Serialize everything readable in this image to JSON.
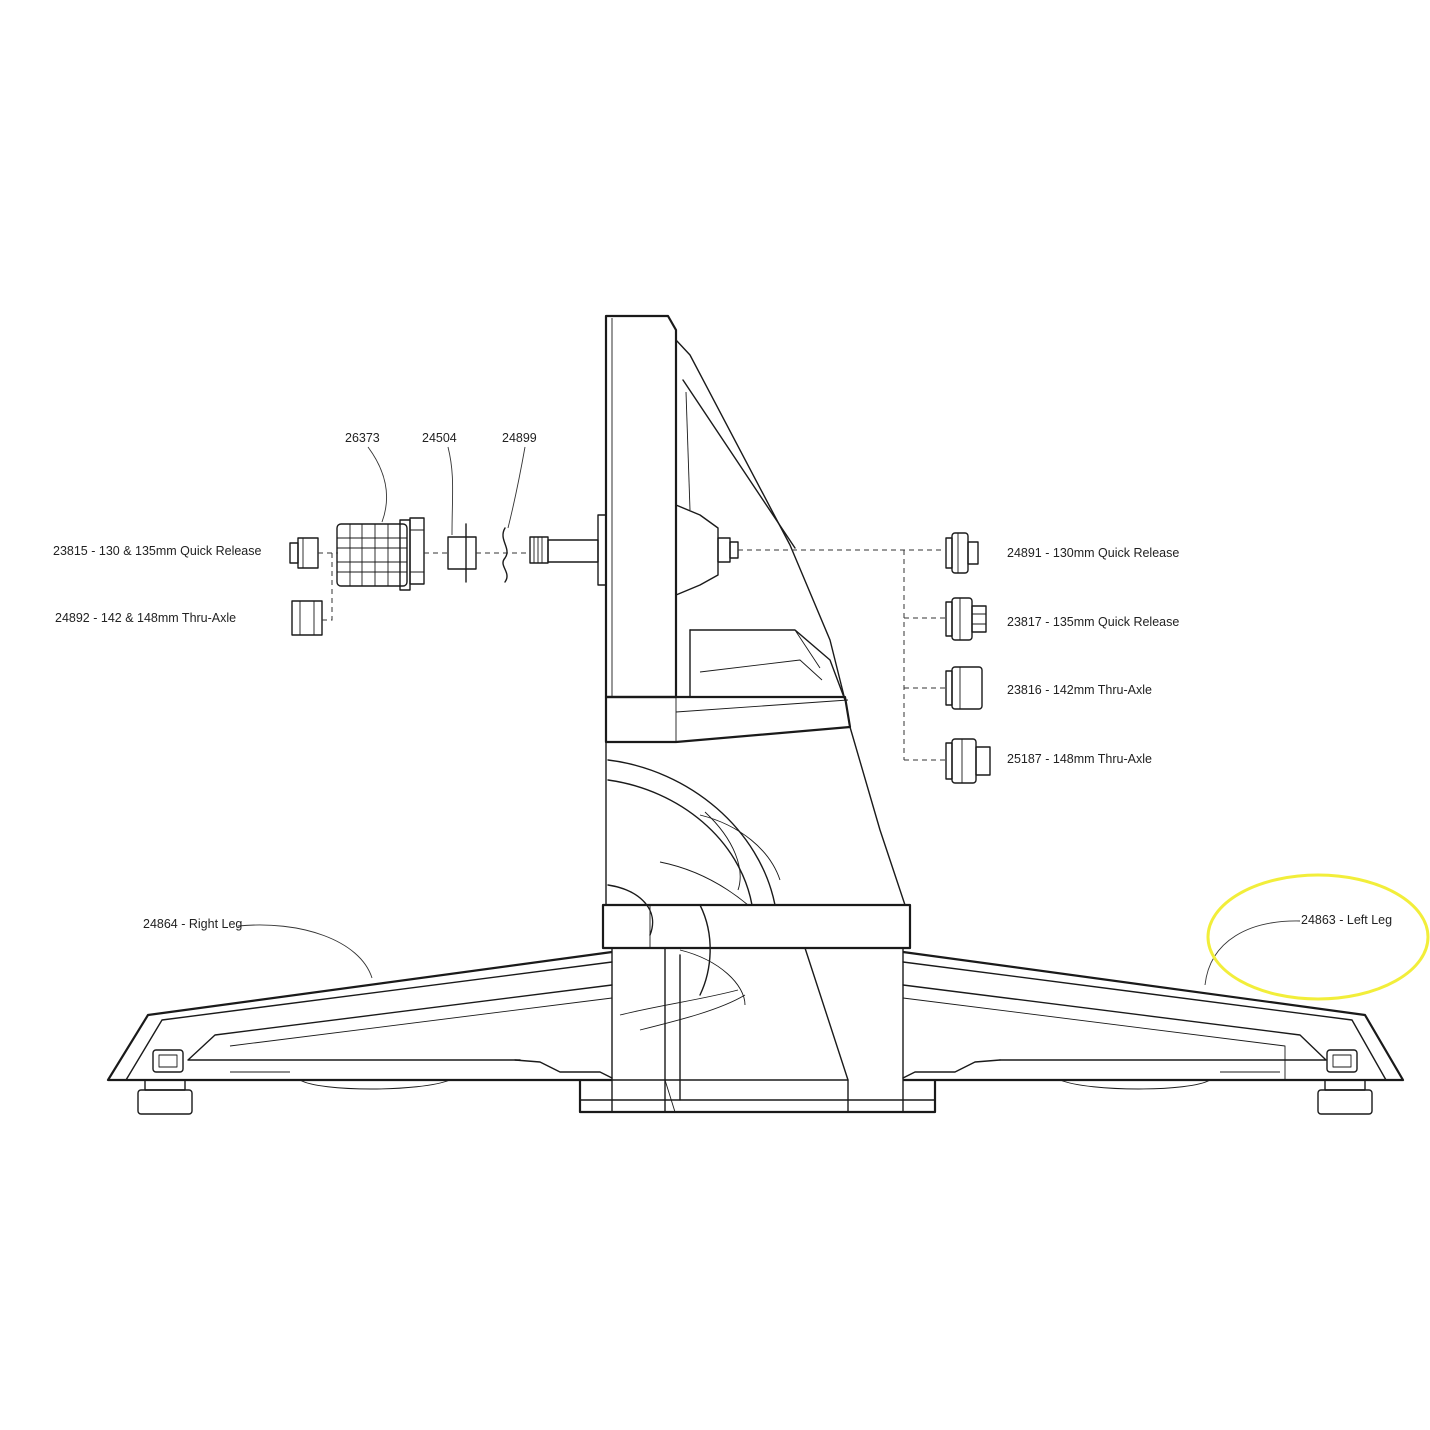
{
  "labels": {
    "p26373": "26373",
    "p24504": "24504",
    "p24899": "24899",
    "p23815": "23815 - 130 & 135mm Quick Release",
    "p24892": "24892 - 142 & 148mm Thru-Axle",
    "p24891": "24891 - 130mm Quick Release",
    "p23817": "23817 - 135mm Quick Release",
    "p23816": "23816 - 142mm Thru-Axle",
    "p25187": "25187 - 148mm Thru-Axle",
    "p24864": "24864 - Right Leg",
    "p24863": "24863 - Left Leg"
  },
  "highlight": {
    "target": "24863 - Left Leg",
    "color": "#f2ee3a"
  },
  "colors": {
    "line": "#1a1a1a",
    "text": "#222222",
    "background": "#ffffff"
  }
}
